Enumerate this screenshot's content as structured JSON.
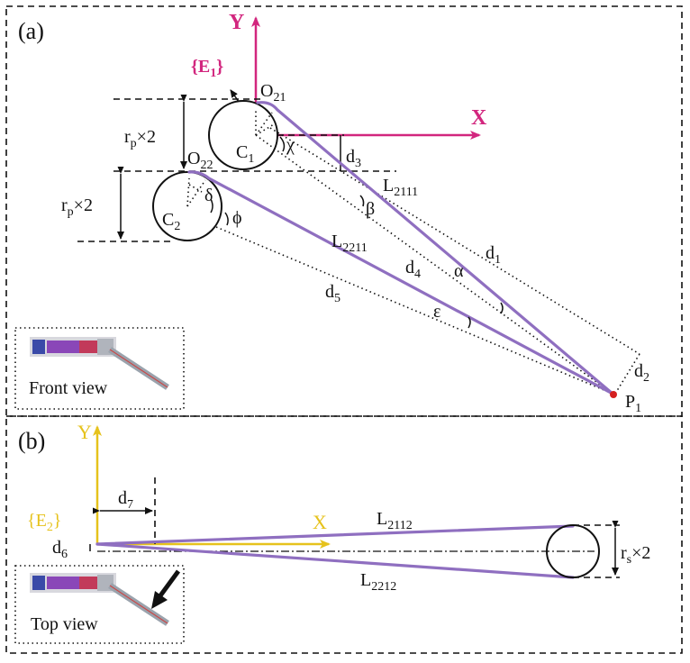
{
  "panel_a": {
    "label": "(a)",
    "axis_y": "Y",
    "axis_x": "X",
    "frame_label": "{E",
    "frame_sub": "1",
    "frame_close": "}",
    "o21": "O",
    "o21_sub": "21",
    "o22": "O",
    "o22_sub": "22",
    "c1": "C",
    "c1_sub": "1",
    "c2": "C",
    "c2_sub": "2",
    "rp_top": "r",
    "rp_top_sub": "p",
    "rp_top_tail": "×2",
    "rp_bot": "r",
    "rp_bot_sub": "p",
    "rp_bot_tail": "×2",
    "d1": "d",
    "d1_sub": "1",
    "d2": "d",
    "d2_sub": "2",
    "d3": "d",
    "d3_sub": "3",
    "d4": "d",
    "d4_sub": "4",
    "d5": "d",
    "d5_sub": "5",
    "l2111": "L",
    "l2111_sub": "2111",
    "l2211": "L",
    "l2211_sub": "2211",
    "chi": "χ",
    "beta": "β",
    "alpha": "α",
    "delta": "δ",
    "phi": "ϕ",
    "epsilon": "ε",
    "p1": "P",
    "p1_sub": "1",
    "inset_label": "Front view"
  },
  "panel_b": {
    "label": "(b)",
    "axis_y": "Y",
    "axis_x": "X",
    "frame_label": "{E",
    "frame_sub": "2",
    "frame_close": "}",
    "d6": "d",
    "d6_sub": "6",
    "d7": "d",
    "d7_sub": "7",
    "l2112": "L",
    "l2112_sub": "2112",
    "l2212": "L",
    "l2212_sub": "2212",
    "rs": "r",
    "rs_sub": "s",
    "rs_tail": "×2",
    "inset_label": "Top view"
  },
  "colors": {
    "axis_a": "#d2267e",
    "axis_b": "#e6c21c",
    "cable": "#8f6fc0",
    "point": "#d42020"
  }
}
